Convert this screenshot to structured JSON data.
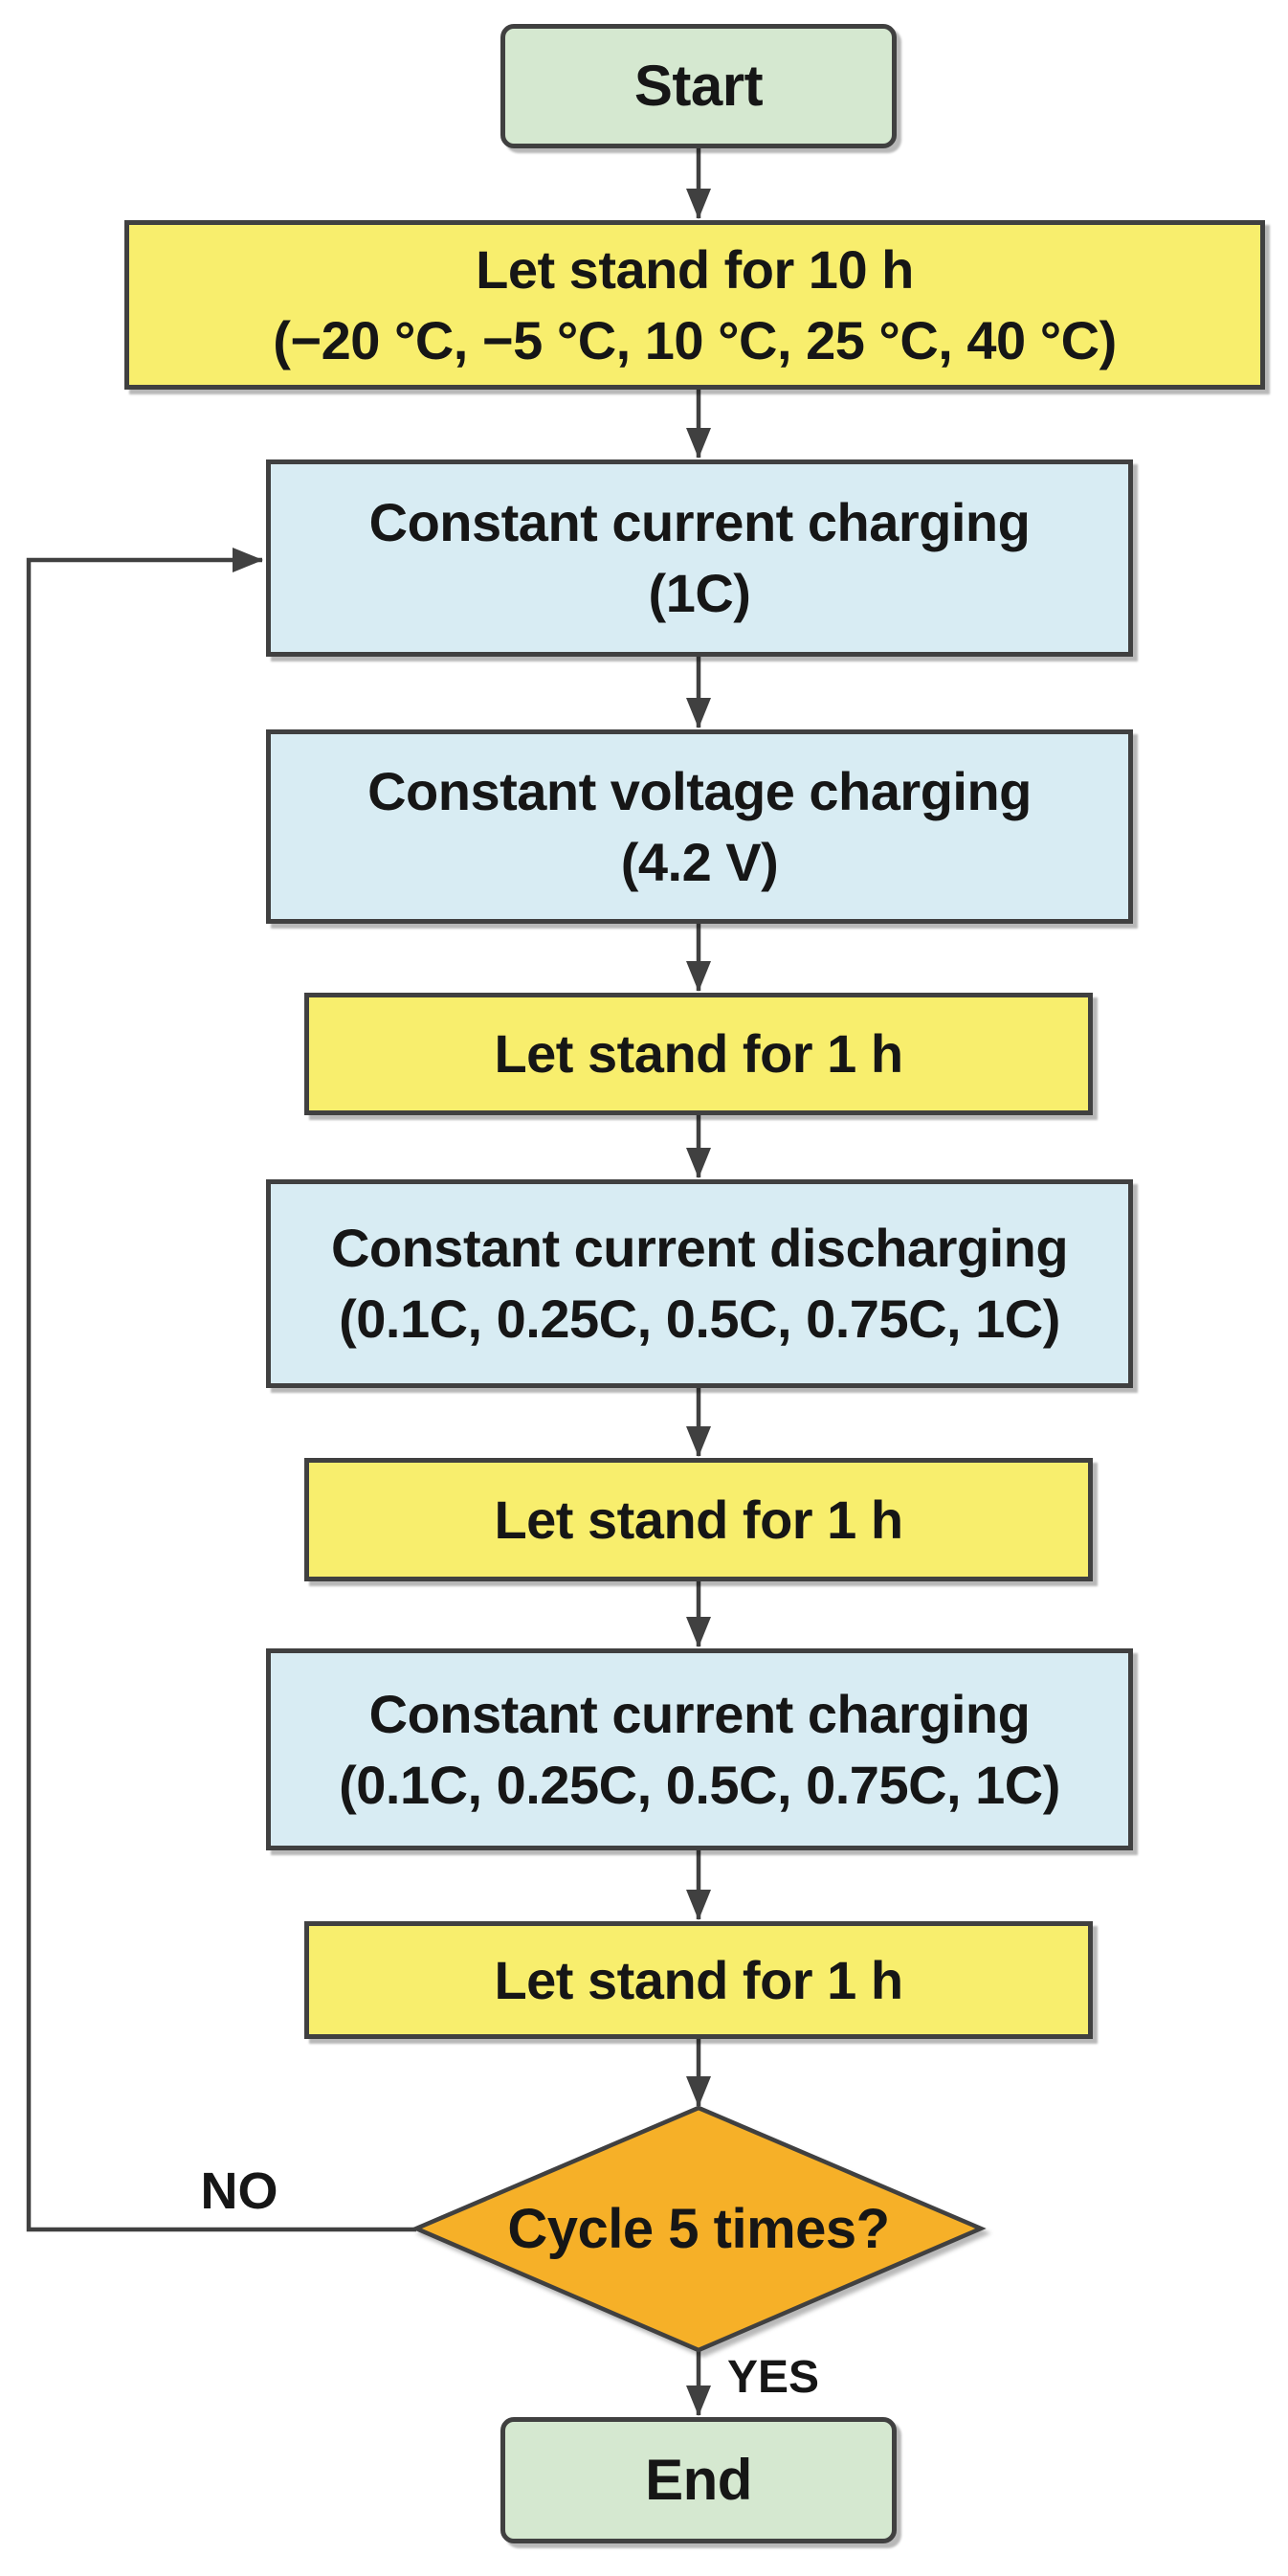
{
  "diagram": {
    "type": "flowchart",
    "nodes": {
      "start": {
        "label": "Start"
      },
      "rest_10h": {
        "line1": "Let stand for 10 h",
        "line2": "(−20 °C, −5 °C, 10 °C, 25 °C, 40 °C)"
      },
      "cc_charge_1c": {
        "line1": "Constant current charging",
        "line2": "(1C)"
      },
      "cv_charge": {
        "line1": "Constant voltage charging",
        "line2": "(4.2 V)"
      },
      "rest_1h_a": {
        "line1": "Let stand for 1 h"
      },
      "cc_discharge": {
        "line1": "Constant current discharging",
        "line2": "(0.1C, 0.25C, 0.5C, 0.75C, 1C)"
      },
      "rest_1h_b": {
        "line1": "Let stand for 1 h"
      },
      "cc_charge_rates": {
        "line1": "Constant current charging",
        "line2": "(0.1C, 0.25C, 0.5C, 0.75C, 1C)"
      },
      "rest_1h_c": {
        "line1": "Let stand for 1 h"
      },
      "decision": {
        "label": "Cycle 5 times?"
      },
      "end": {
        "label": "End"
      }
    },
    "edge_labels": {
      "no": "NO",
      "yes": "YES"
    },
    "colors": {
      "terminator_fill": "#d5e8d0",
      "wait_fill": "#f8ee6d",
      "step_fill": "#d8ecf3",
      "decision_fill": "#f6b028",
      "border": "#404040",
      "text": "#161616"
    }
  }
}
